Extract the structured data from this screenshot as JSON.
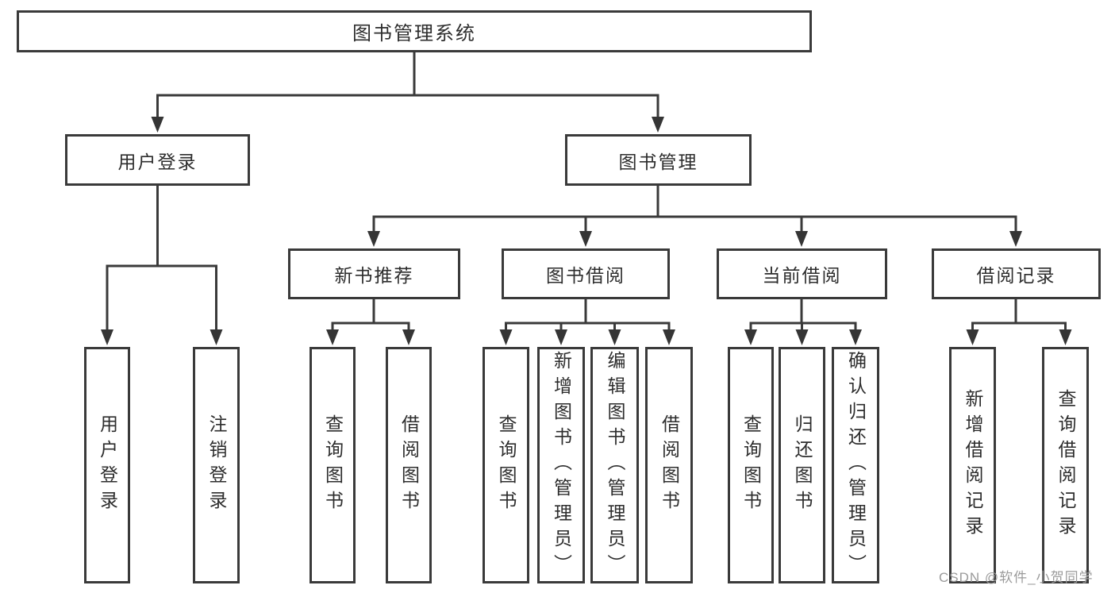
{
  "tree": {
    "label": "图书管理系统",
    "children": [
      {
        "label": "用户登录",
        "children": [
          {
            "label": "用户登录"
          },
          {
            "label": "注销登录"
          }
        ]
      },
      {
        "label": "图书管理",
        "children": [
          {
            "label": "新书推荐",
            "children": [
              {
                "label": "查询图书"
              },
              {
                "label": "借阅图书"
              }
            ]
          },
          {
            "label": "图书借阅",
            "children": [
              {
                "label": "查询图书"
              },
              {
                "label": "新增图书（管理员）"
              },
              {
                "label": "编辑图书（管理员）"
              },
              {
                "label": "借阅图书"
              }
            ]
          },
          {
            "label": "当前借阅",
            "children": [
              {
                "label": "查询图书"
              },
              {
                "label": "归还图书"
              },
              {
                "label": "确认归还（管理员）"
              }
            ]
          },
          {
            "label": "借阅记录",
            "children": [
              {
                "label": "新增借阅记录"
              },
              {
                "label": "查询借阅记录"
              }
            ]
          }
        ]
      }
    ]
  },
  "watermark": "CSDN @软件_小贺同学",
  "colors": {
    "line": "#3a3a3a",
    "text": "#2d2d2d",
    "watermark": "#9b9b9b",
    "background": "#ffffff"
  }
}
